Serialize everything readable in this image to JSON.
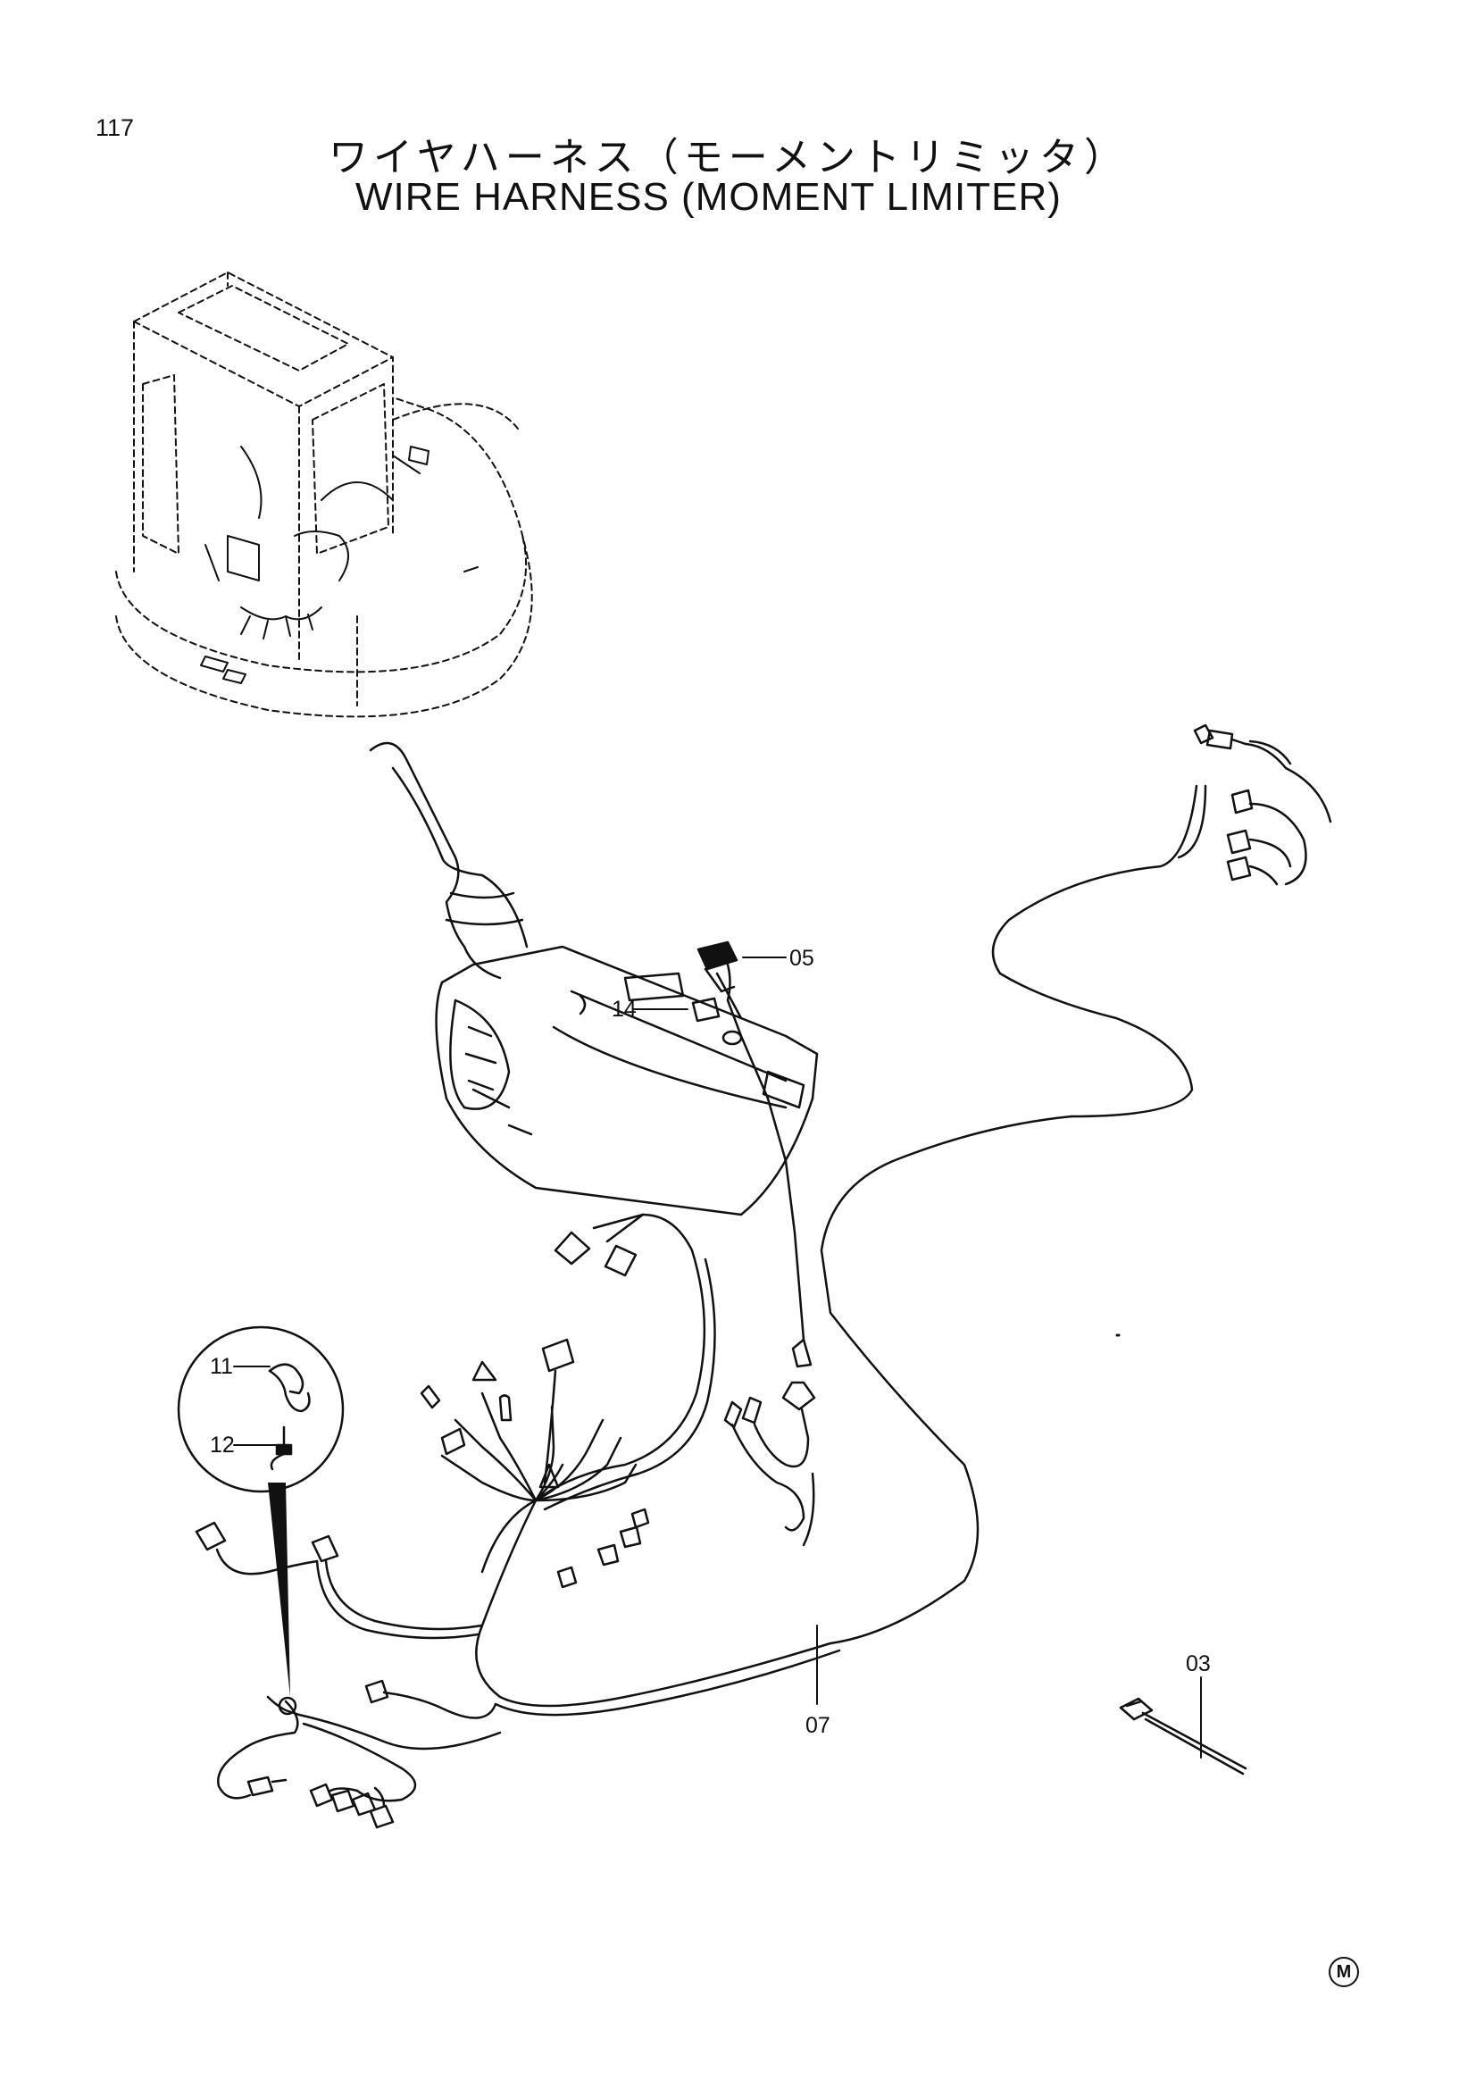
{
  "page_number": "117",
  "title_japanese": "ワイヤハーネス（モーメントリミッタ）",
  "title_english": "WIRE HARNESS (MOMENT LIMITER)",
  "callouts": {
    "c05": "05",
    "c14": "14",
    "c11": "11",
    "c12": "12",
    "c07": "07",
    "c03": "03"
  },
  "corner_mark": "M"
}
